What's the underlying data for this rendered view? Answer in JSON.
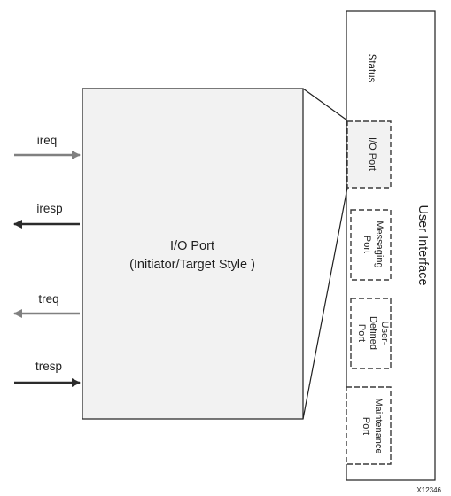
{
  "io_port_block": {
    "title": "I/O Port",
    "subtitle": "(Initiator/Target Style )",
    "fill": "#f2f2f2"
  },
  "signals": [
    {
      "name": "ireq",
      "direction": "in",
      "color": "#808080"
    },
    {
      "name": "iresp",
      "direction": "out",
      "color": "#2b2b2b"
    },
    {
      "name": "treq",
      "direction": "out",
      "color": "#808080"
    },
    {
      "name": "tresp",
      "direction": "in",
      "color": "#2b2b2b"
    }
  ],
  "user_interface": {
    "title": "User Interface",
    "status_label": "Status",
    "ports": [
      {
        "label_lines": [
          "I/O Port"
        ],
        "highlighted": true
      },
      {
        "label_lines": [
          "Messaging",
          "Port"
        ],
        "highlighted": false
      },
      {
        "label_lines": [
          "User-",
          "Defined",
          "Port"
        ],
        "highlighted": false
      },
      {
        "label_lines": [
          "Maintenance",
          "Port"
        ],
        "highlighted": false
      }
    ]
  },
  "figure_id": "X12346"
}
